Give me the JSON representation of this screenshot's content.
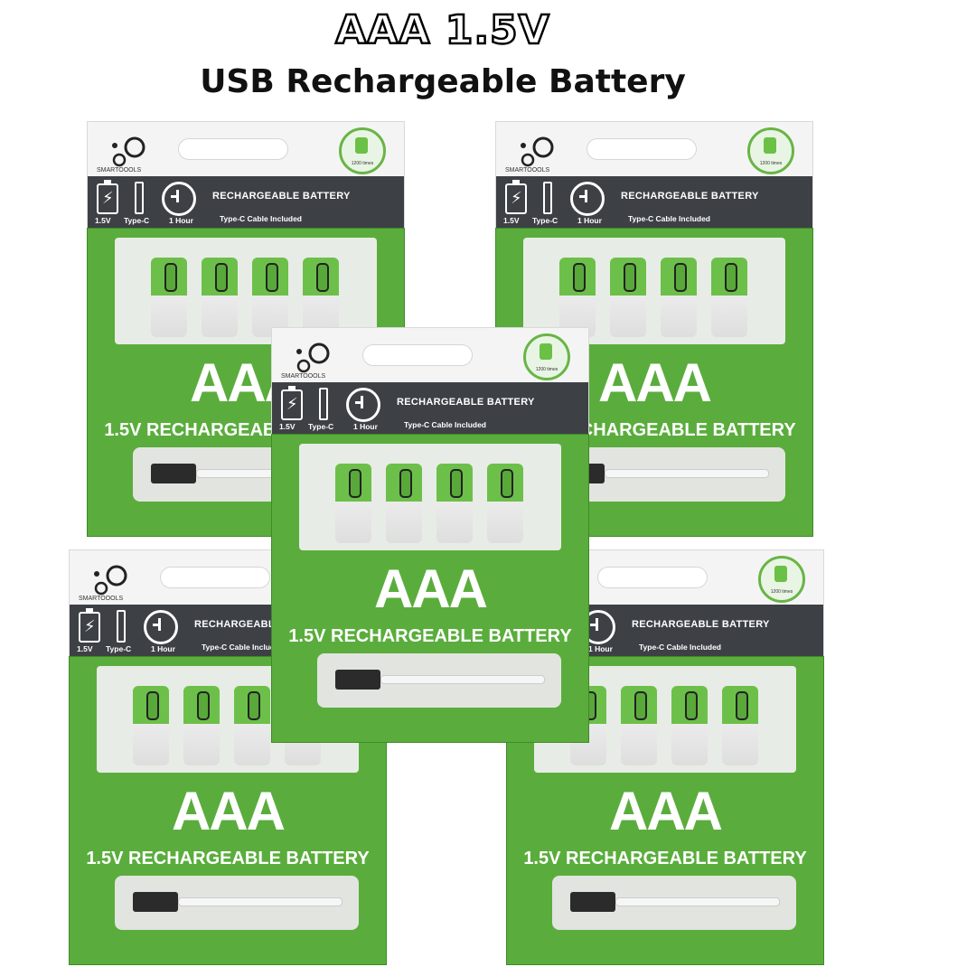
{
  "header": {
    "title": "AAA 1.5V",
    "subtitle": "USB Rechargeable Battery"
  },
  "package": {
    "brand": "SMARTOOOLS",
    "seal_text": "1200 times",
    "band_title": "RECHARGEABLE BATTERY",
    "icon_labels": [
      "1.5V",
      "Type-C",
      "1 Hour"
    ],
    "cable_text": "Type-C Cable Included",
    "big_label": "AAA",
    "rechargeable_label": "1.5V RECHARGEABLE BATTERY",
    "battery_color": "#6cc04a",
    "box_color": "#5aad3c"
  }
}
